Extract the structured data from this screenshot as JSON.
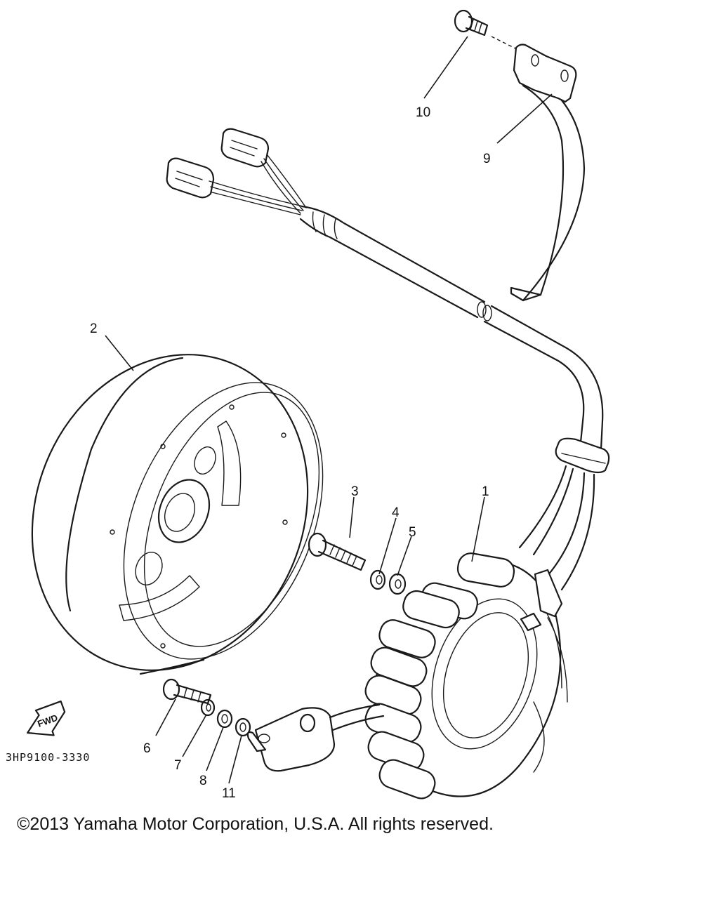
{
  "part_numbers": {
    "p1": "1",
    "p2": "2",
    "p3": "3",
    "p4": "4",
    "p5": "5",
    "p6": "6",
    "p7": "7",
    "p8": "8",
    "p9": "9",
    "p10": "10",
    "p11": "11"
  },
  "diagram_code": "3HP9100-3330",
  "fwd_label": "FWD",
  "copyright": "©2013 Yamaha Motor Corporation, U.S.A. All rights reserved."
}
